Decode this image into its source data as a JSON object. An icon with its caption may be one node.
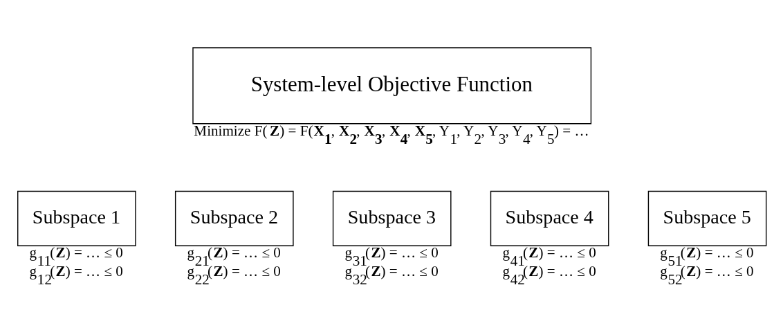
{
  "diagram": {
    "nodes": [
      {
        "text": [
          "System-level Objective Function"
        ],
        "beside": [
          "Minimize F(**Z**) = F(**X$_{1}$**, **X$_{2}$**, **X$_{3}$**, **X$_{4}$**, **X$_{5}$**, Y$_{1}$, Y$_{2}$, Y$_{3}$, Y$_{4}$, Y$_{5}$) = …"
        ]
      },
      {
        "text": [
          "Subspace 1"
        ],
        "beside": [
          "g$_{11}$(**Z**) = … ≤ 0",
          "g$_{12}$(**Z**) = … ≤ 0"
        ]
      },
      {
        "text": [
          "Subspace 2"
        ],
        "beside": [
          "g$_{21}$(**Z**) = … ≤ 0",
          "g$_{22}$(**Z**) = … ≤ 0"
        ]
      },
      {
        "text": [
          "Subspace 3"
        ],
        "beside": [
          "g$_{31}$(**Z**) = … ≤ 0",
          "g$_{32}$(**Z**) = … ≤ 0"
        ]
      },
      {
        "text": [
          "Subspace 4"
        ],
        "beside": [
          "g$_{41}$(**Z**) = … ≤ 0",
          "g$_{42}$(**Z**) = … ≤ 0"
        ]
      },
      {
        "text": [
          "Subspace 5"
        ],
        "beside": [
          "g$_{51}$(**Z**) = … ≤ 0",
          "g$_{52}$(**Z**) = … ≤ 0"
        ]
      }
    ],
    "edges": []
  }
}
